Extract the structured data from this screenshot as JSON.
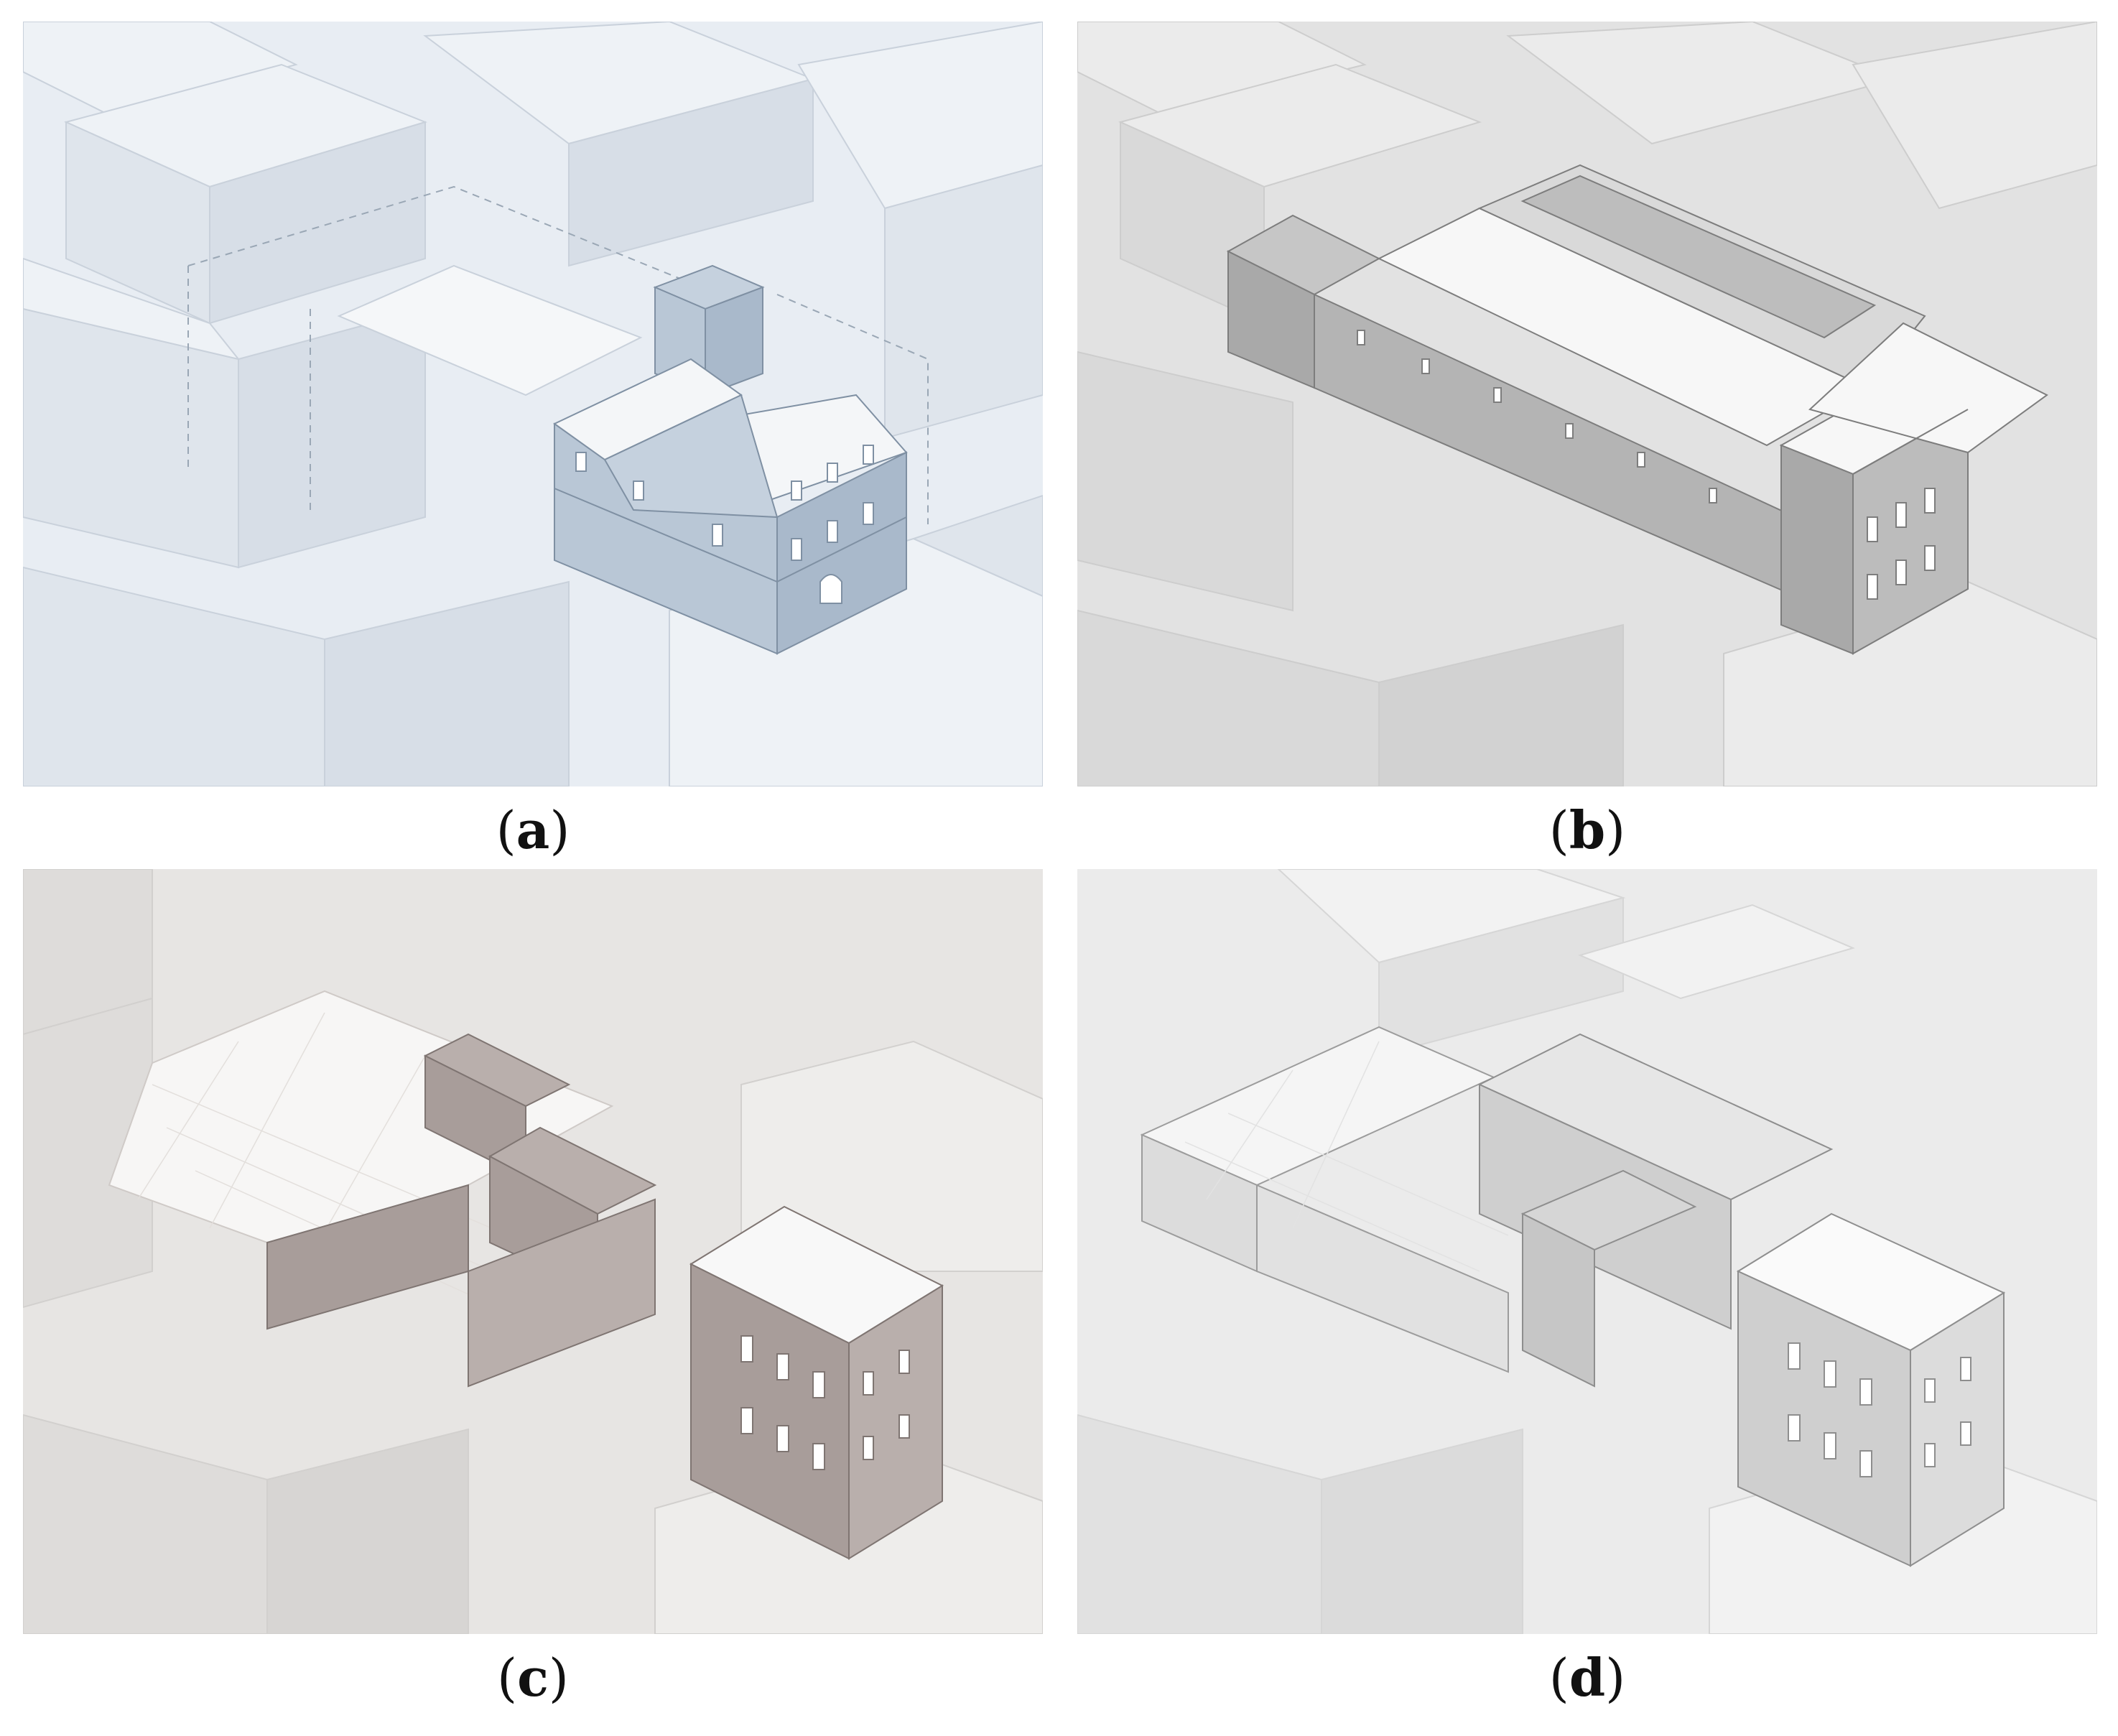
{
  "figure": {
    "panels": [
      {
        "id": "a",
        "label": "a",
        "palette": {
          "bg": "#e8edf3",
          "block_top": "#eef2f6",
          "block_left": "#dfe5ec",
          "block_right": "#d7dee7",
          "main_top": "#f4f6f8",
          "main_left": "#b9c7d6",
          "main_right": "#a9b9cb",
          "line": "#9aa7b5"
        }
      },
      {
        "id": "b",
        "label": "b",
        "palette": {
          "bg": "#e2e2e2",
          "block_top": "#ebebeb",
          "block_left": "#d9d9d9",
          "block_right": "#d2d2d2",
          "main_top": "#f7f7f7",
          "main_left": "#a9a9a9",
          "main_right": "#bcbcbc",
          "line": "#8a8a8a"
        }
      },
      {
        "id": "c",
        "label": "c",
        "palette": {
          "bg": "#e7e5e3",
          "block_top": "#eeedeb",
          "block_left": "#dedcda",
          "block_right": "#d7d5d3",
          "main_top": "#f8f8f8",
          "main_left": "#a89d9a",
          "main_right": "#b9afac",
          "line": "#8e8482"
        }
      },
      {
        "id": "d",
        "label": "d",
        "palette": {
          "bg": "#ebebeb",
          "block_top": "#f2f2f2",
          "block_left": "#e1e1e1",
          "block_right": "#dbdbdb",
          "main_top": "#fafafa",
          "main_left": "#cfcfcf",
          "main_right": "#dcdcdc",
          "line": "#9c9c9c"
        }
      }
    ]
  }
}
